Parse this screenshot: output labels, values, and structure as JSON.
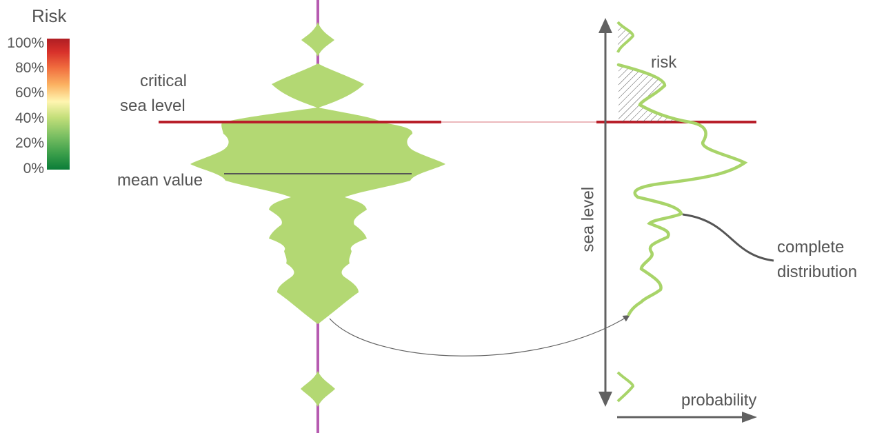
{
  "legend": {
    "title": "Risk",
    "ticks": [
      "100%",
      "80%",
      "60%",
      "40%",
      "20%",
      "0%"
    ]
  },
  "labels": {
    "critical": "critical",
    "sea_level": "sea level",
    "mean_value": "mean value",
    "risk": "risk",
    "axis_sea_level": "sea level",
    "complete": "complete",
    "distribution": "distribution",
    "probability": "probability"
  },
  "colors": {
    "distribution_fill": "#b3d873",
    "distribution_line": "#a8d469",
    "critical_line": "#b81f2a",
    "axis": "#616161",
    "stem": "#b65bb0"
  }
}
